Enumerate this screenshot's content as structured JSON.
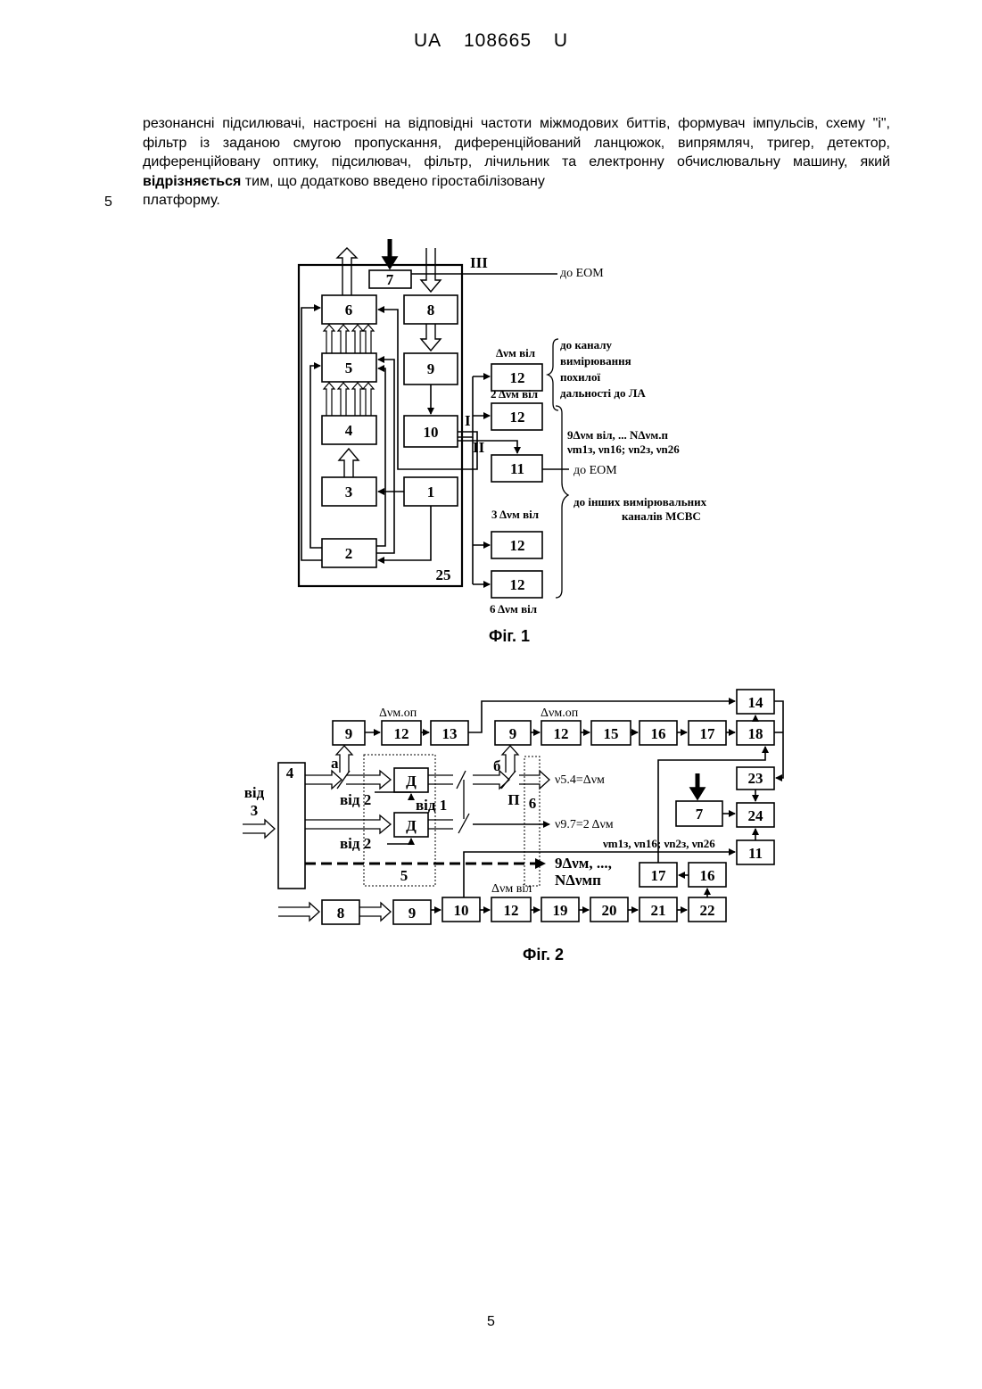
{
  "header": {
    "country": "UA",
    "number": "108665",
    "kind": "U"
  },
  "paragraph": {
    "line_number": "5",
    "part1": "резонансні підсилювачі, настроєні на відповідні частоти міжмодових биттів, формувач імпульсів, схему \"і\", фільтр із заданою смугою пропускання, диференційований ланцюжок, випрямляч, тригер, детектор, диференційовану оптику, підсилювач, фільтр, лічильник та електронну обчислювальну машину, який ",
    "bold": "відрізняється",
    "part2": " тим, що додатково введено гіростабілізовану",
    "last_line": "платформу."
  },
  "fig1": {
    "caption": "Фіг. 1",
    "blocks": {
      "b1": "1",
      "b2": "2",
      "b3": "3",
      "b4": "4",
      "b5": "5",
      "b6": "6",
      "b7": "7",
      "b8": "8",
      "b9": "9",
      "b10": "10",
      "b11": "11",
      "b12": "12",
      "b25": "25"
    },
    "marks": {
      "III": "III",
      "I": "I",
      "II": "II"
    },
    "labels": {
      "to_eom_top": "до ЕОМ",
      "to_eom_mid": "до ЕОМ",
      "dv_top": "Δνм віл",
      "dv2": "2 Δνм віл",
      "dv3": "3 Δνм віл",
      "dv6": "6 Δνм віл",
      "range": "9Δνм віл, ... NΔνм.п",
      "freqs": "νm1з, νn16; νn2з, νn26",
      "ch1": "до каналу",
      "ch2": "вимірювання",
      "ch3": "похилої",
      "ch4": "дальності до ЛА",
      "oth1": "до інших вимірювальних",
      "oth2": "каналів МСВС"
    }
  },
  "fig2": {
    "caption": "Фіг. 2",
    "blocks": {
      "b4": "4",
      "b9": "9",
      "b12": "12",
      "b13": "13",
      "b15": "15",
      "b16": "16",
      "b17": "17",
      "b18": "18",
      "b14": "14",
      "b23": "23",
      "b24": "24",
      "b11": "11",
      "b7": "7",
      "b8": "8",
      "b10": "10",
      "b19": "19",
      "b20": "20",
      "b21": "21",
      "b22": "22",
      "d": "Д",
      "p": "П",
      "n5": "5",
      "n6": "6"
    },
    "labels": {
      "from": "від",
      "from3": "3",
      "a": "а",
      "b": "б",
      "from2a": "від 2",
      "from2b": "від 2",
      "from1": "від 1",
      "dv_top1": "Δνм.оп",
      "dv_top2": "Δνм.оп",
      "dv_bot": "Δνм віл",
      "v54": "ν5.4=Δνм",
      "v97": "ν9.7=2 Δνм",
      "freqs": "νm1з, νn16; νn2з, νn26",
      "range1": "9Δνм, ...,",
      "range2": "NΔνмп"
    }
  },
  "page_number": "5"
}
